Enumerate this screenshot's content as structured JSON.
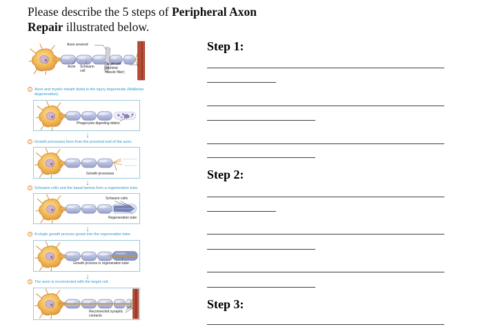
{
  "title": {
    "prefix": "Please describe the 5 steps of ",
    "bold": "Peripheral Axon Repair",
    "suffix": " illustrated below."
  },
  "figure": {
    "intro_labels": {
      "axon_severed": "Axon severed",
      "axon": "Axon",
      "schwann_cell": "Schwann cell",
      "target_cell": "Target cell (skeletal muscle fiber)"
    },
    "steps": [
      {
        "number": "1",
        "caption": "Axon and myelin sheath distal to the injury degenerate (Wallerian degeneration).",
        "labels": [
          "Phagocytes digesting debris"
        ]
      },
      {
        "number": "2",
        "caption": "Growth processes form from the proximal end of the axon.",
        "labels": [
          "Growth processes"
        ]
      },
      {
        "number": "3",
        "caption": "Schwann cells and the basal lamina form a regeneration tube.",
        "labels": [
          "Schwann cells",
          "Regeneration tube"
        ]
      },
      {
        "number": "4",
        "caption": "A single growth process grows into the regeneration tube.",
        "labels": [
          "Growth process in regeneration tube"
        ]
      },
      {
        "number": "5",
        "caption": "The axon is reconnected with the target cell.",
        "labels": [
          "Reconnected synaptic contacts"
        ]
      }
    ],
    "down_arrow": "↓"
  },
  "answers": [
    "Step 1:",
    "Step 2:",
    "Step 3:"
  ],
  "colors": {
    "caption_blue": "#2E96C8",
    "step_number_orange": "#E8923A",
    "panel_border_blue": "#9CC7DD",
    "arrow_teal": "#2BA3C7",
    "soma_gold": "#F2BC58",
    "capsule_lavender": "#B9C1E0",
    "muscle_red": "#B5432F",
    "debris_purple": "#7C68AF",
    "axon_gold": "#CD9539"
  }
}
